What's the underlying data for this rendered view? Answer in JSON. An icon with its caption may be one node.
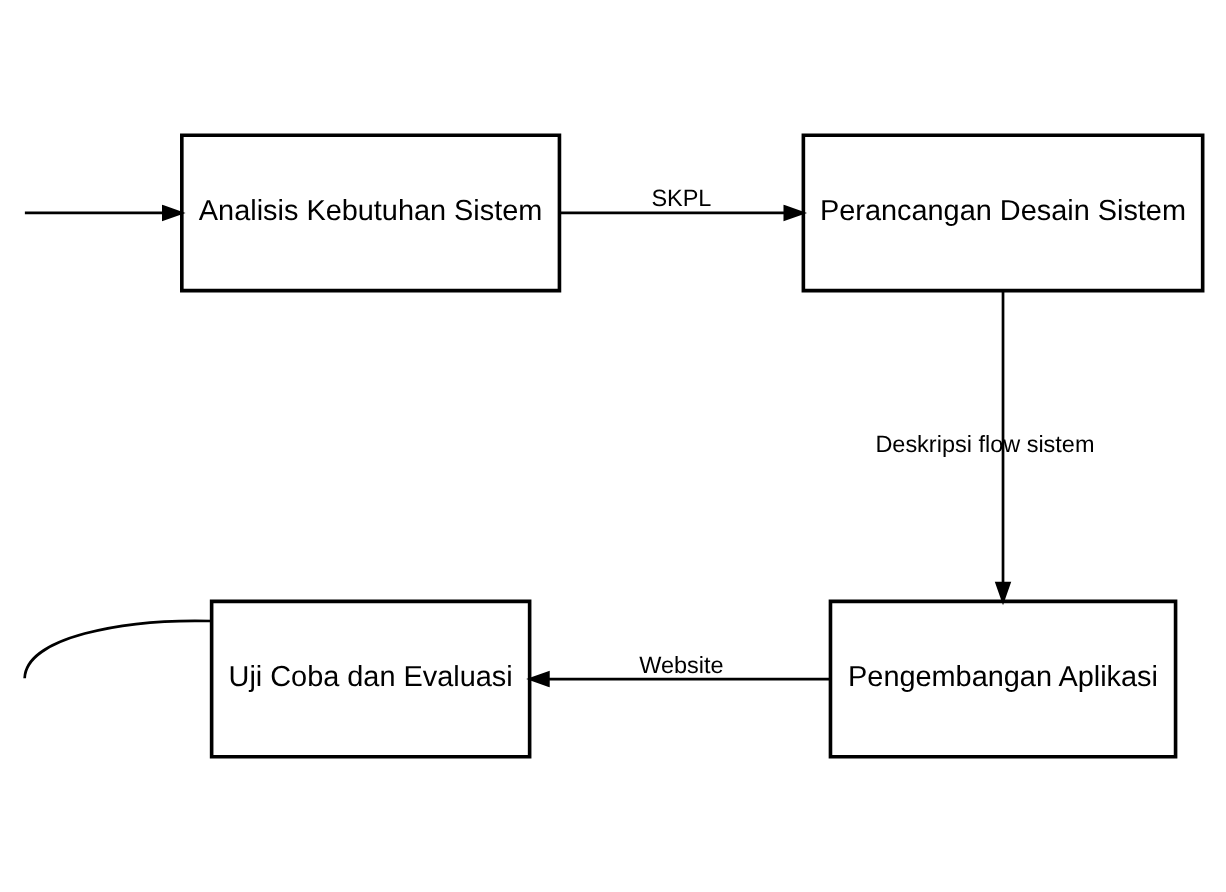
{
  "diagram": {
    "nodes": [
      {
        "text": [
          "Analisis Kebutuhan Sistem"
        ]
      },
      {
        "text": [
          "Perancangan Desain Sistem"
        ]
      },
      {
        "text": [
          "Uji Coba dan Evaluasi"
        ]
      },
      {
        "text": [
          "Pengembangan Aplikasi"
        ]
      }
    ],
    "edges": [
      {
        "from": null,
        "to": 0,
        "arrow": "to"
      },
      {
        "from": 0,
        "to": 1,
        "label": "SKPL",
        "arrow": "to"
      },
      {
        "from": 1,
        "to": 3,
        "label": "Deskripsi flow sistem",
        "arrow": "to"
      },
      {
        "from": 3,
        "to": 2,
        "label": "Website",
        "arrow": "to"
      },
      {
        "from": 2,
        "to": null,
        "arrow": "none"
      }
    ]
  }
}
